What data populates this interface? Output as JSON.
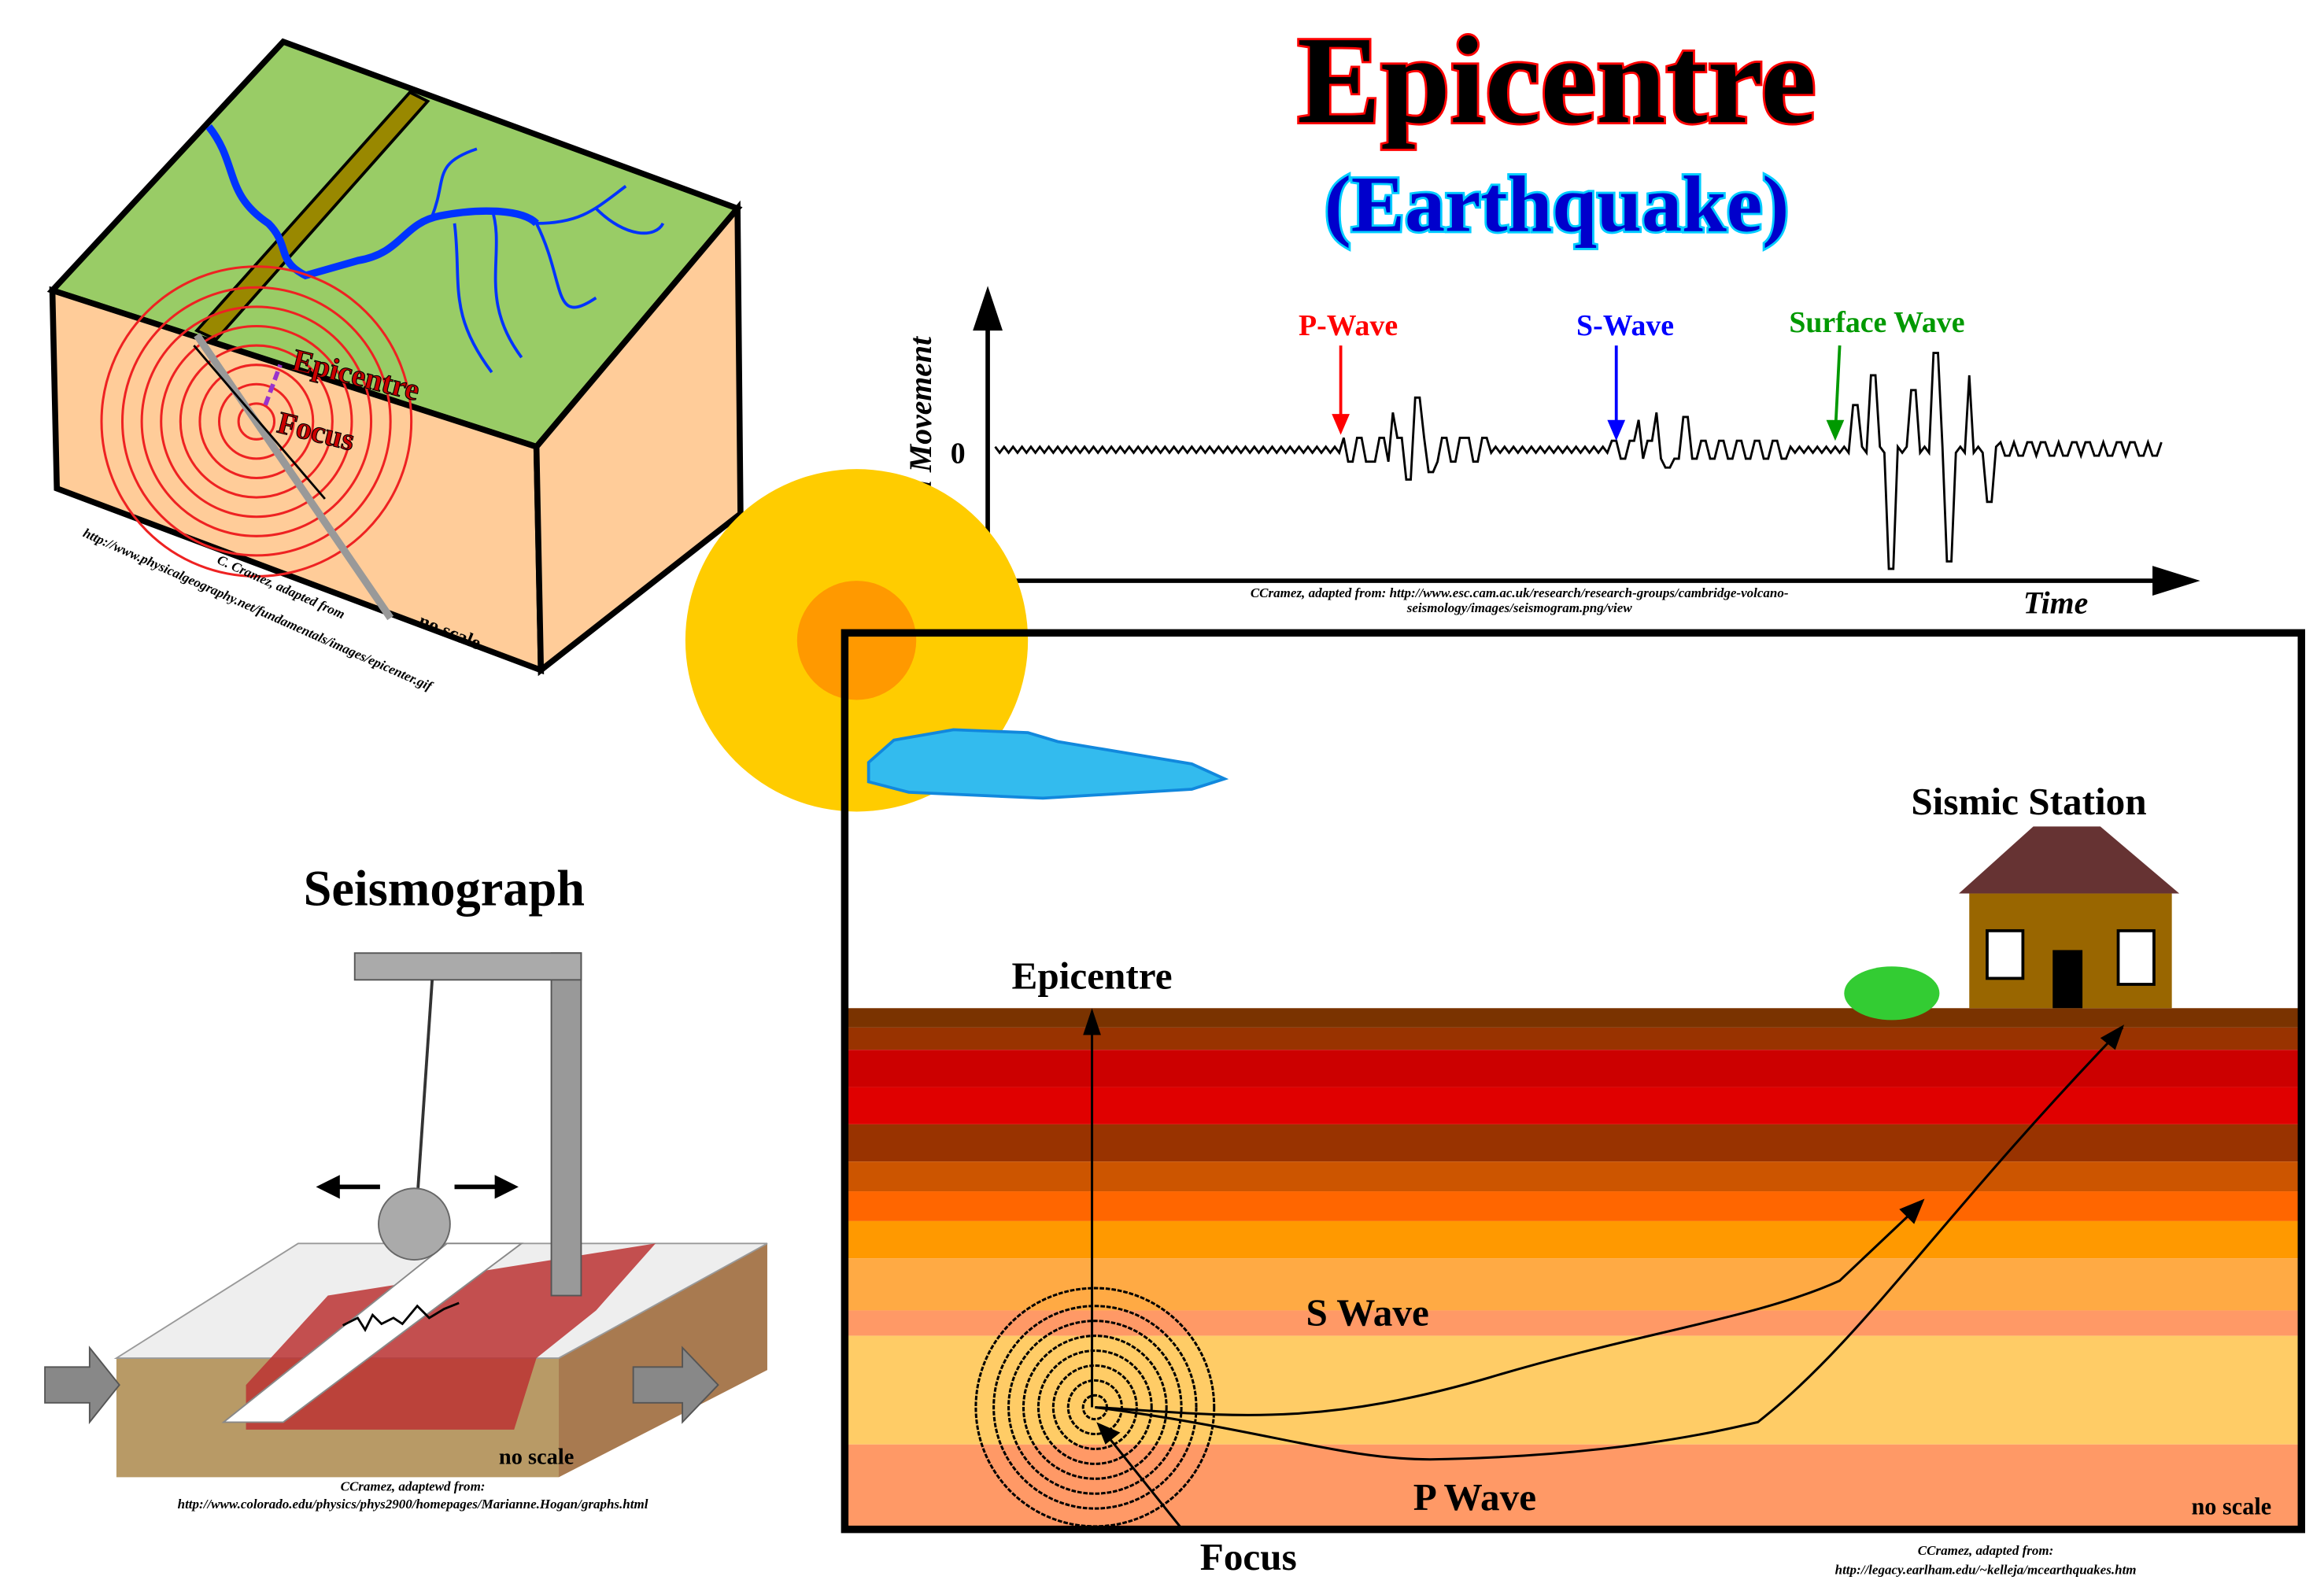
{
  "title": "Epicentre",
  "subtitle": "(Earthquake)",
  "block_diagram": {
    "epicentre_label": "Epicentre",
    "focus_label": "Focus",
    "no_scale": "no scale",
    "credit_line1": "C. Cramez, adapted from",
    "credit_line2": "http://www.physicalgeography.net/fundamentals/images/epicenter.gif"
  },
  "seismogram": {
    "y_label": "Ground Movement",
    "x_label": "Time",
    "zero_label": "0",
    "p_wave": "P-Wave",
    "s_wave": "S-Wave",
    "surface_wave": "Surface Wave",
    "credit_line1": "CCramez, adapted from: http://www.esc.cam.ac.uk/research/research-groups/cambridge-volcano-",
    "credit_line2": "seismology/images/seismogram.png/view",
    "colors": {
      "p": "#ff0000",
      "s": "#0000ff",
      "surface": "#009900"
    }
  },
  "seismograph": {
    "title": "Seismograph",
    "no_scale": "no scale",
    "credit_line1": "CCramez, adaptewd from:",
    "credit_line2": "http://www.colorado.edu/physics/phys2900/homepages/Marianne.Hogan/graphs.html"
  },
  "cross_section": {
    "station_label": "Sismic Station",
    "epicentre_label": "Epicentre",
    "s_wave_label": "S Wave",
    "p_wave_label": "P Wave",
    "focus_label": "Focus",
    "no_scale": "no scale",
    "credit_line1": "CCramez, adapted from:",
    "credit_line2": "http://legacy.earlham.edu/~kelleja/mcearthquakes.htm"
  }
}
